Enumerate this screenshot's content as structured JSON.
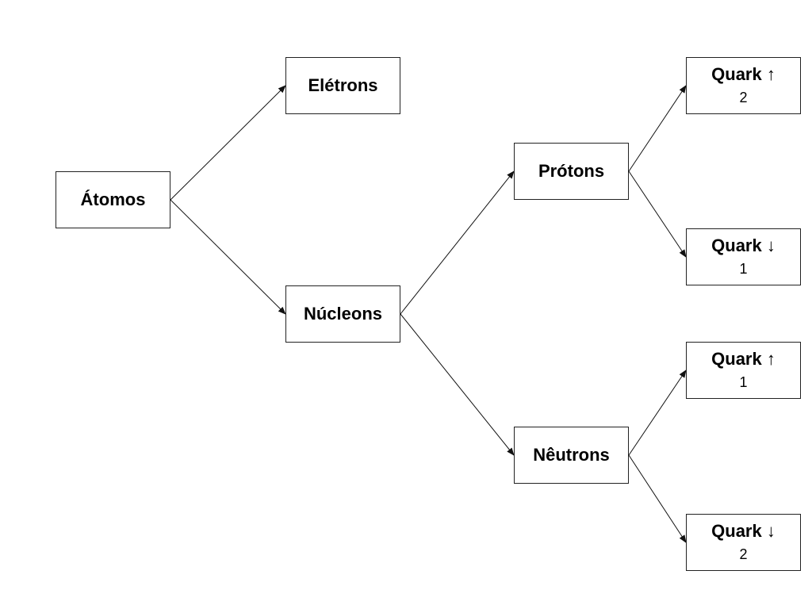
{
  "nodes": {
    "atomos": {
      "title": "Átomos"
    },
    "eletrons": {
      "title": "Elétrons"
    },
    "nucleons": {
      "title": "Núcleons"
    },
    "protons": {
      "title": "Prótons"
    },
    "neutrons": {
      "title": "Nêutrons"
    },
    "proton_quark_up": {
      "title": "Quark ↑",
      "count": "2"
    },
    "proton_quark_down": {
      "title": "Quark ↓",
      "count": "1"
    },
    "neutron_quark_up": {
      "title": "Quark ↑",
      "count": "1"
    },
    "neutron_quark_down": {
      "title": "Quark ↓",
      "count": "2"
    }
  },
  "edges": [
    {
      "from": "atomos",
      "to": "eletrons"
    },
    {
      "from": "atomos",
      "to": "nucleons"
    },
    {
      "from": "nucleons",
      "to": "protons"
    },
    {
      "from": "nucleons",
      "to": "neutrons"
    },
    {
      "from": "protons",
      "to": "proton_quark_up"
    },
    {
      "from": "protons",
      "to": "proton_quark_down"
    },
    {
      "from": "neutrons",
      "to": "neutron_quark_up"
    },
    {
      "from": "neutrons",
      "to": "neutron_quark_down"
    }
  ]
}
